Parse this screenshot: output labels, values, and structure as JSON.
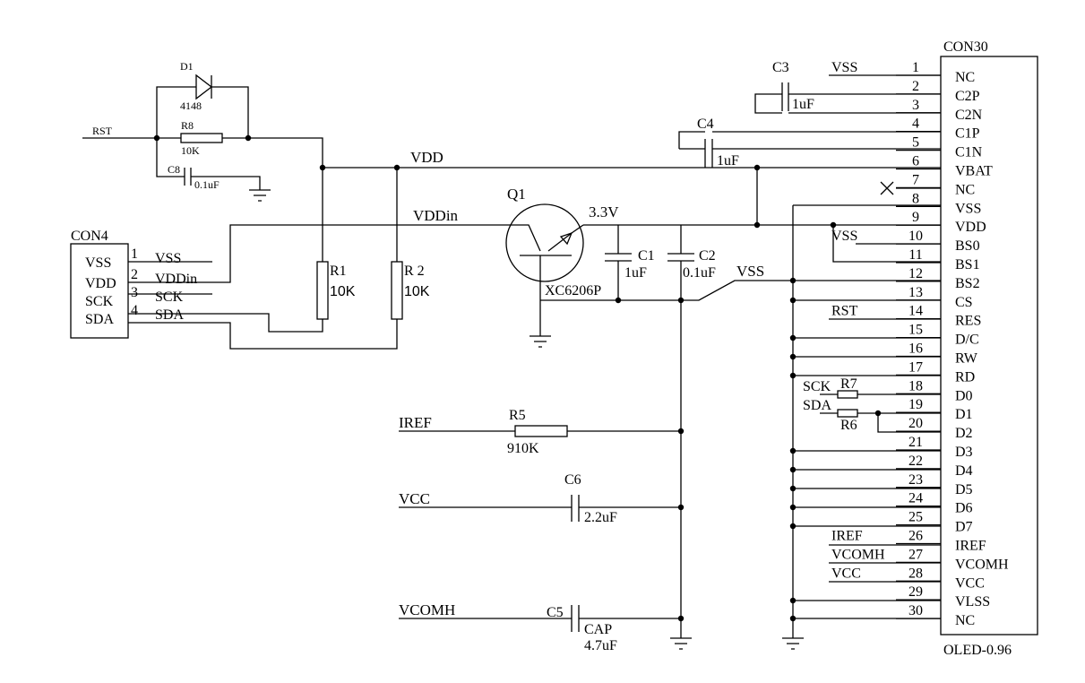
{
  "con30": {
    "ref": "CON30",
    "part": "OLED-0.96",
    "pins": [
      {
        "num": "1",
        "name": "NC",
        "net": "VSS"
      },
      {
        "num": "2",
        "name": "C2P",
        "net": ""
      },
      {
        "num": "3",
        "name": "C2N",
        "net": ""
      },
      {
        "num": "4",
        "name": "C1P",
        "net": ""
      },
      {
        "num": "5",
        "name": "C1N",
        "net": ""
      },
      {
        "num": "6",
        "name": "VBAT",
        "net": ""
      },
      {
        "num": "7",
        "name": "NC",
        "net": ""
      },
      {
        "num": "8",
        "name": "VSS",
        "net": ""
      },
      {
        "num": "9",
        "name": "VDD",
        "net": ""
      },
      {
        "num": "10",
        "name": "BS0",
        "net": "VSS"
      },
      {
        "num": "11",
        "name": "BS1",
        "net": ""
      },
      {
        "num": "12",
        "name": "BS2",
        "net": ""
      },
      {
        "num": "13",
        "name": "CS",
        "net": ""
      },
      {
        "num": "14",
        "name": "RES",
        "net": "RST"
      },
      {
        "num": "15",
        "name": "D/C",
        "net": ""
      },
      {
        "num": "16",
        "name": "RW",
        "net": ""
      },
      {
        "num": "17",
        "name": "RD",
        "net": ""
      },
      {
        "num": "18",
        "name": "D0",
        "net": ""
      },
      {
        "num": "19",
        "name": "D1",
        "net": ""
      },
      {
        "num": "20",
        "name": "D2",
        "net": ""
      },
      {
        "num": "21",
        "name": "D3",
        "net": ""
      },
      {
        "num": "22",
        "name": "D4",
        "net": ""
      },
      {
        "num": "23",
        "name": "D5",
        "net": ""
      },
      {
        "num": "24",
        "name": "D6",
        "net": ""
      },
      {
        "num": "25",
        "name": "D7",
        "net": ""
      },
      {
        "num": "26",
        "name": "IREF",
        "net": "IREF"
      },
      {
        "num": "27",
        "name": "VCOMH",
        "net": "VCOMH"
      },
      {
        "num": "28",
        "name": "VCC",
        "net": "VCC"
      },
      {
        "num": "29",
        "name": "VLSS",
        "net": ""
      },
      {
        "num": "30",
        "name": "NC",
        "net": ""
      }
    ]
  },
  "con4": {
    "ref": "CON4",
    "pins": [
      {
        "num": "1",
        "name": "VSS",
        "net": "VSS"
      },
      {
        "num": "2",
        "name": "VDD",
        "net": "VDDin"
      },
      {
        "num": "3",
        "name": "SCK",
        "net": "SCK"
      },
      {
        "num": "4",
        "name": "SDA",
        "net": "SDA"
      }
    ]
  },
  "components": {
    "d1": {
      "ref": "D1",
      "value": "4148"
    },
    "r8": {
      "ref": "R8",
      "value": "10K"
    },
    "c8": {
      "ref": "C8",
      "value": "0.1uF"
    },
    "r1": {
      "ref": "R1",
      "value": "10K"
    },
    "r2": {
      "ref": "R 2",
      "value": "10K"
    },
    "q1": {
      "ref": "Q1",
      "value": "XC6206P"
    },
    "c1": {
      "ref": "C1",
      "value": "1uF"
    },
    "c2": {
      "ref": "C2",
      "value": "0.1uF"
    },
    "c3": {
      "ref": "C3",
      "value": "1uF"
    },
    "c4": {
      "ref": "C4",
      "value": "1uF"
    },
    "r5": {
      "ref": "R5",
      "value": "910K"
    },
    "c6": {
      "ref": "C6",
      "value": "2.2uF"
    },
    "c5": {
      "ref": "C5",
      "value": "CAP",
      "value2": "4.7uF"
    },
    "r7": {
      "ref": "R7"
    },
    "r6": {
      "ref": "R6"
    }
  },
  "nets": {
    "rst": "RST",
    "vdd": "VDD",
    "vddin": "VDDin",
    "v33": "3.3V",
    "vss": "VSS",
    "iref": "IREF",
    "vcc": "VCC",
    "vcomh": "VCOMH",
    "sck": "SCK",
    "sda": "SDA"
  }
}
